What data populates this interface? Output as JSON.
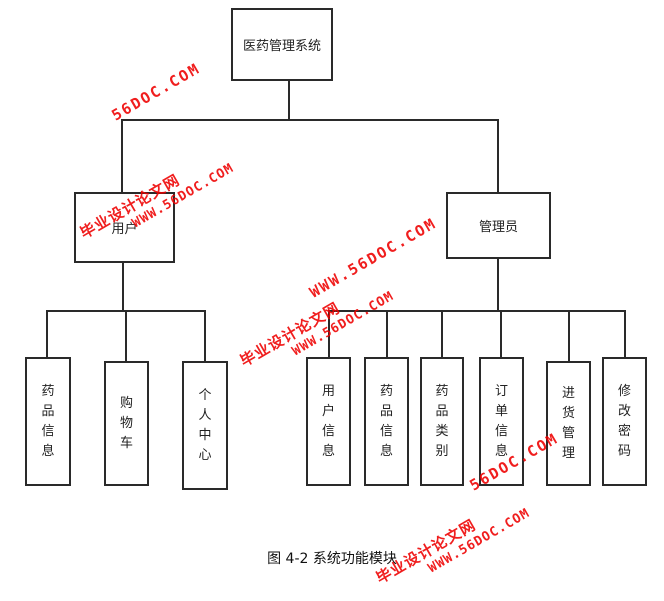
{
  "root": {
    "label": "医药管理系统"
  },
  "user": {
    "label": "用户"
  },
  "admin": {
    "label": "管理员"
  },
  "user_modules": [
    "药品信息",
    "购物车",
    "个人中心"
  ],
  "admin_modules": [
    "用户信息",
    "药品信息",
    "药品类别",
    "订单信息",
    "进货管理",
    "修改密码"
  ],
  "caption": "图 4-2 系统功能模块",
  "watermark": {
    "site": "WWW.56DOC.COM",
    "site_short": "56DOC.COM",
    "cn": "毕业设计论文网"
  }
}
